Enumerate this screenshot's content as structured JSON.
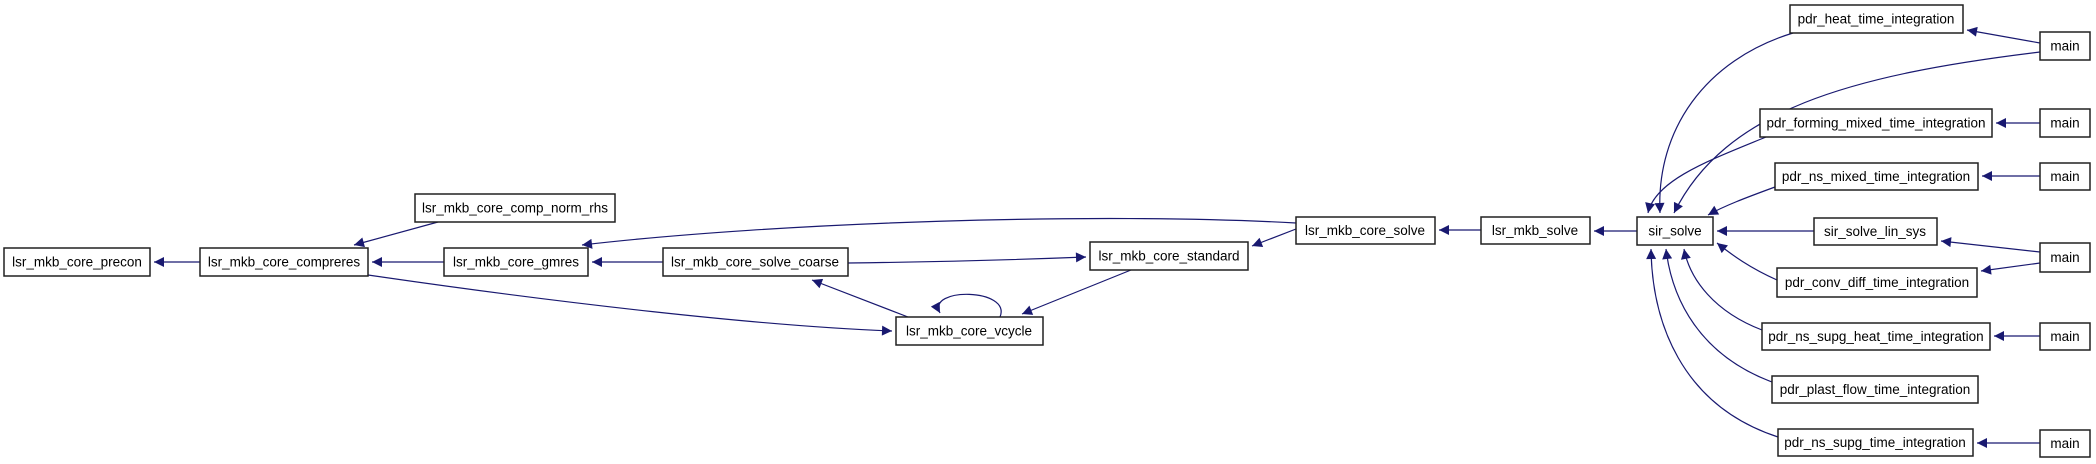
{
  "diagram": {
    "kind": "call-graph",
    "colors": {
      "edge": "#191970",
      "node_border": "#202020",
      "node_fill": "#ffffff",
      "highlight_fill": "#bfbfbf",
      "text": "#000000",
      "background": "#ffffff"
    },
    "nodes": {
      "precon": {
        "label": "lsr_mkb_core_precon",
        "highlighted": true
      },
      "compreres": {
        "label": "lsr_mkb_core_compreres"
      },
      "comp_norm_rhs": {
        "label": "lsr_mkb_core_comp_norm_rhs"
      },
      "gmres": {
        "label": "lsr_mkb_core_gmres"
      },
      "solve_coarse": {
        "label": "lsr_mkb_core_solve_coarse"
      },
      "vcycle": {
        "label": "lsr_mkb_core_vcycle"
      },
      "standard": {
        "label": "lsr_mkb_core_standard"
      },
      "core_solve": {
        "label": "lsr_mkb_core_solve"
      },
      "mkb_solve": {
        "label": "lsr_mkb_solve"
      },
      "sir_solve": {
        "label": "sir_solve"
      },
      "heat": {
        "label": "pdr_heat_time_integration"
      },
      "forming": {
        "label": "pdr_forming_mixed_time_integration"
      },
      "ns_mixed": {
        "label": "pdr_ns_mixed_time_integration"
      },
      "lin_sys": {
        "label": "sir_solve_lin_sys"
      },
      "conv_diff": {
        "label": "pdr_conv_diff_time_integration"
      },
      "supg_heat": {
        "label": "pdr_ns_supg_heat_time_integration"
      },
      "plast_flow": {
        "label": "pdr_plast_flow_time_integration"
      },
      "ns_supg": {
        "label": "pdr_ns_supg_time_integration"
      },
      "main": {
        "label": "main"
      }
    }
  }
}
